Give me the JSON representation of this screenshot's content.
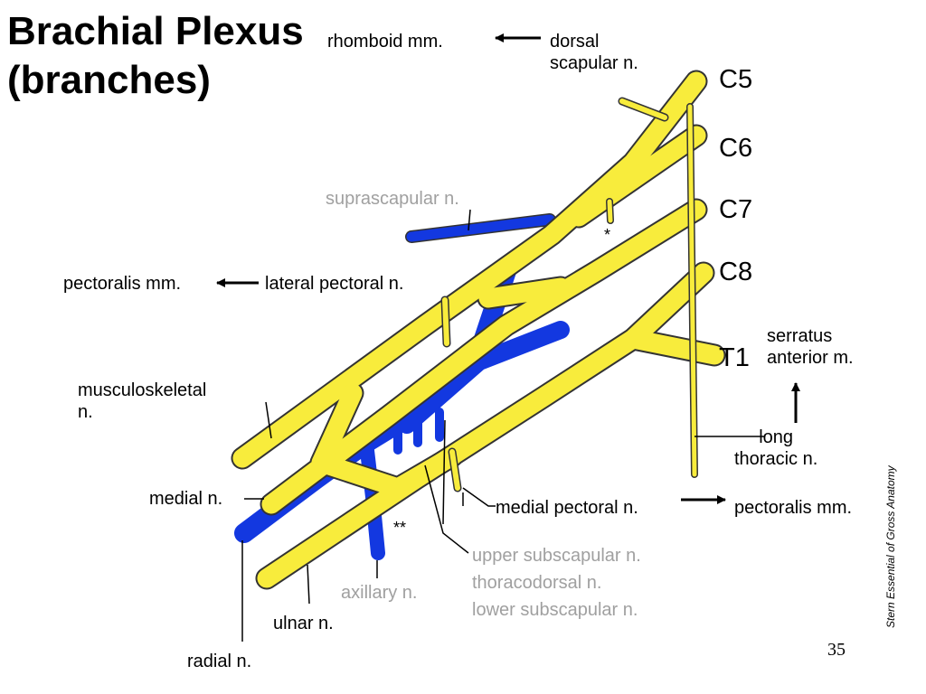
{
  "title": {
    "line1": "Brachial Plexus",
    "line2": "(branches)"
  },
  "roots": {
    "c5": "C5",
    "c6": "C6",
    "c7": "C7",
    "c8": "C8",
    "t1": "T1"
  },
  "labels": {
    "rhomboid": "rhomboid mm.",
    "dorsal_scapular": [
      "dorsal",
      "scapular n."
    ],
    "suprascapular": "suprascapular n.",
    "star_single": "*",
    "pectoralis_left": "pectoralis mm.",
    "lateral_pectoral": "lateral pectoral n.",
    "serratus": [
      "serratus",
      "anterior m."
    ],
    "musculoskeletal": [
      "musculoskeletal",
      "n."
    ],
    "long_thoracic": [
      "long",
      "thoracic n."
    ],
    "medial_n": "medial n.",
    "medial_pectoral": "medial pectoral n.",
    "pectoralis_right": "pectoralis mm.",
    "star_double": "**",
    "subscapular": [
      "upper subscapular n.",
      "thoracodorsal n.",
      "lower subscapular n."
    ],
    "axillary": "axillary n.",
    "ulnar": "ulnar n.",
    "radial": "radial n."
  },
  "credit": "Stern Essential of Gross Anatomy",
  "page_number": "35",
  "colors": {
    "nerve_yellow": "#f8ec3c",
    "cord_blue": "#1338e0",
    "outline": "#333333",
    "muted_text": "#a0a0a0"
  }
}
